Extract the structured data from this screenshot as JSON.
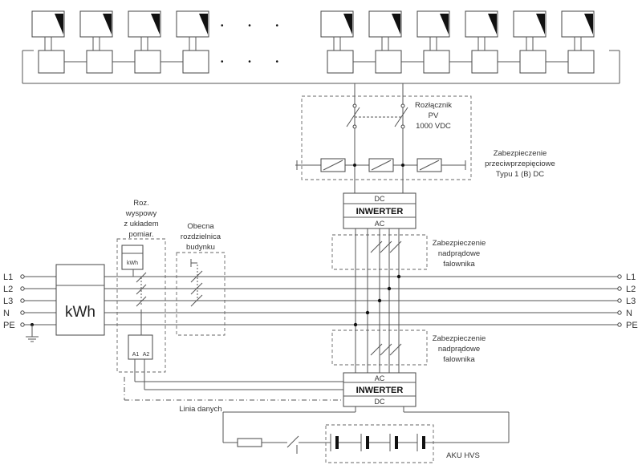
{
  "lines": [
    "L1",
    "L2",
    "L3",
    "N",
    "PE"
  ],
  "meter": {
    "label": "kWh"
  },
  "ellipsis": "• • •",
  "inverter_top": {
    "in": "DC",
    "name": "INWERTER",
    "out": "AC"
  },
  "inverter_bottom": {
    "in": "AC",
    "name": "INWERTER",
    "out": "DC"
  },
  "pv_switch": [
    "Rozłącznik",
    "PV",
    "1000 VDC"
  ],
  "surge": [
    "Zabezpieczenie",
    "przeciwprzepięciowe",
    "Typu 1 (B) DC"
  ],
  "overcurrent": [
    "Zabezpieczenie",
    "nadprądowe",
    "falownika"
  ],
  "island_switch": [
    "Roz.",
    "wyspowy",
    "z układem",
    "pomiar."
  ],
  "building_board": [
    "Obecna",
    "rozdzielnica",
    "budynku"
  ],
  "mini_kwh": "kWh",
  "contactor": [
    "A1",
    "A2"
  ],
  "data_line": "Linia danych",
  "battery": "AKU HVS"
}
